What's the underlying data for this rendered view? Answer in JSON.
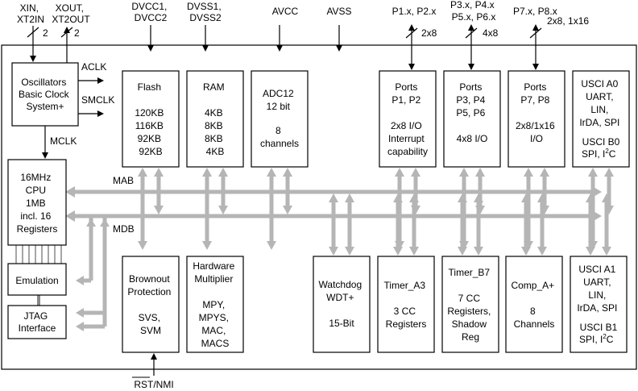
{
  "pins": {
    "xin": [
      "XIN,",
      "XT2IN"
    ],
    "xin_width": "2",
    "xout": [
      "XOUT,",
      "XT2OUT"
    ],
    "xout_width": "2",
    "dvcc": [
      "DVCC1,",
      "DVCC2"
    ],
    "dvss": [
      "DVSS1,",
      "DVSS2"
    ],
    "avcc": "AVCC",
    "avss": "AVSS",
    "p1": "P1.x, P2.x",
    "p1_width": "2x8",
    "p3": [
      "P3.x, P4.x",
      "P5.x, P6.x"
    ],
    "p3_width": "4x8",
    "p7": [
      "P7.x, P8.x",
      "2x8, 1x16"
    ],
    "rst": "RST/NMI"
  },
  "signals": {
    "aclk": "ACLK",
    "smclk": "SMCLK",
    "mclk": "MCLK",
    "mab": "MAB",
    "mdb": "MDB"
  },
  "blocks": {
    "osc": [
      "Oscillators",
      "Basic Clock",
      "System+"
    ],
    "cpu": [
      "16MHz",
      "CPU",
      "1MB",
      "incl. 16",
      "Registers"
    ],
    "emulation": "Emulation",
    "jtag": [
      "JTAG",
      "Interface"
    ],
    "flash": [
      "Flash",
      "",
      "120KB",
      "116KB",
      "92KB",
      "92KB"
    ],
    "ram": [
      "RAM",
      "",
      "4KB",
      "8KB",
      "8KB",
      "4KB"
    ],
    "adc": [
      "ADC12",
      "12 bit",
      "",
      "8",
      "channels"
    ],
    "ports12": [
      "Ports",
      "P1, P2",
      "",
      "2x8 I/O",
      "Interrupt",
      "capability"
    ],
    "ports36": [
      "Ports",
      "P3, P4",
      "P5, P6",
      "",
      "4x8 I/O"
    ],
    "ports78": [
      "Ports",
      "P7, P8",
      "",
      "2x8/1x16",
      "I/O"
    ],
    "usci_a0": [
      "USCI A0",
      "UART,",
      "LIN,",
      "IrDA, SPI",
      "",
      "USCI B0"
    ],
    "usci_a0_last": "SPI, I",
    "usci_a0_sup": "2",
    "usci_a0_end": "C",
    "brownout": [
      "Brownout",
      "Protection",
      "",
      "SVS,",
      "SVM"
    ],
    "hwmult": [
      "Hardware",
      "Multiplier",
      "",
      "MPY,",
      "MPYS,",
      "MAC,",
      "MACS"
    ],
    "watchdog": [
      "Watchdog",
      "WDT+",
      "",
      "15-Bit"
    ],
    "timer_a3": [
      "Timer_A3",
      "",
      "3 CC",
      "Registers"
    ],
    "timer_b7": [
      "Timer_B7",
      "",
      "7 CC",
      "Registers,",
      "Shadow",
      "Reg"
    ],
    "comp": [
      "Comp_A+",
      "",
      "8",
      "Channels"
    ],
    "usci_a1": [
      "USCI A1",
      "UART,",
      "LIN,",
      "IrDA, SPI",
      "",
      "USCI B1"
    ],
    "usci_a1_last": "SPI, I",
    "usci_a1_sup": "2",
    "usci_a1_end": "C"
  }
}
